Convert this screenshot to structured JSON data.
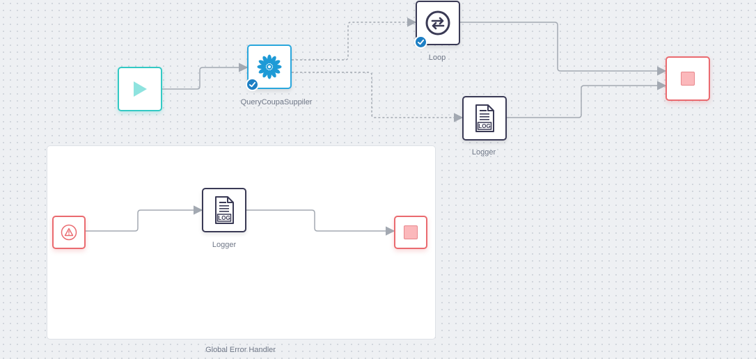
{
  "canvas": {
    "nodes": {
      "start": {
        "icon": "play-icon"
      },
      "query": {
        "label": "QueryCoupaSuppiler",
        "icon": "coupa-logo-icon",
        "status_icon": "check-badge-icon"
      },
      "loop": {
        "label": "Loop",
        "icon": "loop-icon",
        "status_icon": "check-badge-icon"
      },
      "logger_main": {
        "label": "Logger",
        "icon": "log-file-icon",
        "icon_text": "LOG"
      },
      "end_main": {
        "icon": "stop-icon"
      }
    },
    "error_handler": {
      "label": "Global Error Handler",
      "nodes": {
        "error_start": {
          "icon": "warning-icon"
        },
        "logger": {
          "label": "Logger",
          "icon": "log-file-icon",
          "icon_text": "LOG"
        },
        "end": {
          "icon": "stop-icon"
        }
      }
    }
  },
  "colors": {
    "start_accent": "#33c9c4",
    "app_accent": "#2aa7dd",
    "dark_node": "#3a3a55",
    "stop_accent": "#ea6a6f",
    "connector": "#a3a9b2",
    "check_badge": "#1d7fc4"
  }
}
